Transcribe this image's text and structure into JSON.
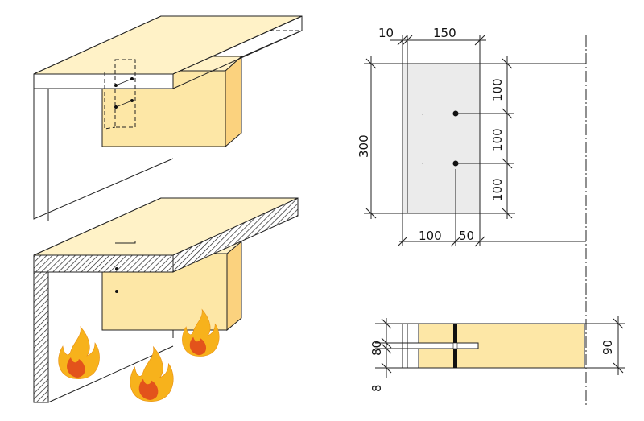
{
  "section_view": {
    "width_labels": [
      "10",
      "150"
    ],
    "height_label": "300",
    "spacing_labels": [
      "100",
      "100",
      "100"
    ],
    "bottom_labels": [
      "100",
      "50"
    ]
  },
  "plan_view": {
    "left_labels": [
      "80",
      "8"
    ],
    "right_label": "90"
  },
  "colors": {
    "timber": "#fde7a6",
    "timber_side": "#fbd27e",
    "steel_plate": "#ebebeb",
    "flame_outer": "#f7b21c",
    "flame_inner": "#e3531b"
  }
}
